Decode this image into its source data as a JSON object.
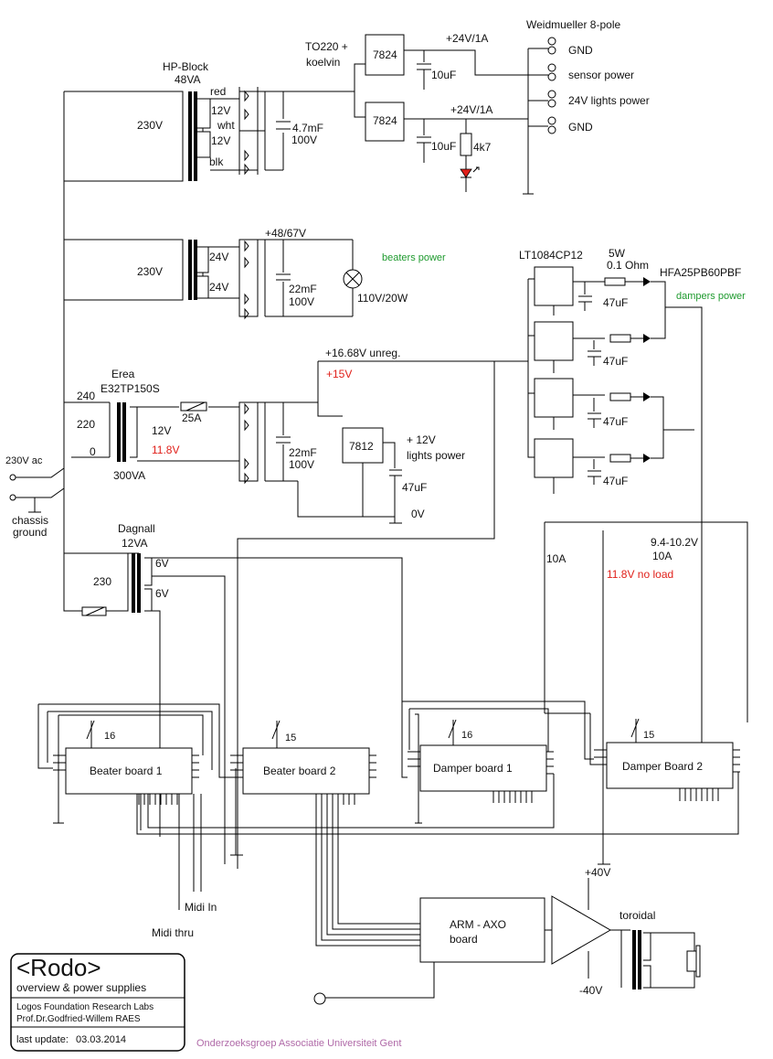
{
  "labels": {
    "to220": "TO220 +",
    "koelvin": "koelvin",
    "reg7824_a": "7824",
    "reg7824_b": "7824",
    "v24_1a_a": "+24V/1A",
    "v24_1a_b": "+24V/1A",
    "weidmueller": "Weidmueller 8-pole",
    "gnd1": "GND",
    "sensor_power": "sensor power",
    "lights24": "24V lights power",
    "gnd2": "GND",
    "c10uf_a": "10uF",
    "c10uf_b": "10uF",
    "r4k7": "4k7",
    "hpblock": "HP-Block",
    "va48": "48VA",
    "red": "red",
    "wht": "wht",
    "blk": "blk",
    "v12_a": "12V",
    "v12_b": "12V",
    "v230_a": "230V",
    "cap47mf": "4.7mF",
    "v100_a": "100V",
    "v48_67": "+48/67V",
    "beaters_power": "beaters power",
    "v230_b": "230V",
    "v24_a": "24V",
    "v24_b": "24V",
    "cap22mf_a": "22mF",
    "v100_b": "100V",
    "lamp": "110V/20W",
    "lt1084": "LT1084CP12",
    "r5w": "5W",
    "r01ohm": "0.1 Ohm",
    "hfa": "HFA25PB60PBF",
    "dampers_power": "dampers power",
    "c47uf_1": "47uF",
    "c47uf_2": "47uF",
    "c47uf_3": "47uF",
    "c47uf_4": "47uF",
    "unreg": "+16.68V unreg.",
    "v15": "+15V",
    "erea": "Erea",
    "e32": "E32TP150S",
    "t240": "240",
    "t220": "220",
    "t0": "0",
    "fuse25a": "25A",
    "v12_c": "12V",
    "v118": "11.8V",
    "va300": "300VA",
    "cap22mf_b": "22mF",
    "v100_c": "100V",
    "reg7812": "7812",
    "lights12": "+ 12V",
    "lights12b": "lights power",
    "c47uf_5": "47uF",
    "v0": "0V",
    "ac230": "230V ac",
    "chassis": "chassis",
    "ground": "ground",
    "dagnall": "Dagnall",
    "va12": "12VA",
    "v230_c": "230",
    "v6_a": "6V",
    "v6_b": "6V",
    "a10_a": "10A",
    "v94": "9.4-10.2V",
    "a10_b": "10A",
    "noload": "11.8V no load",
    "bus16_a": "16",
    "bus15_a": "15",
    "bus16_b": "16",
    "bus15_b": "15",
    "beater1": "Beater board 1",
    "beater2": "Beater board 2",
    "damper1": "Damper board 1",
    "damper2": "Damper Board 2",
    "midiin": "Midi In",
    "midithru": "Midi thru",
    "arm1": "ARM - AXO",
    "arm2": "board",
    "v40p": "+40V",
    "v40n": "-40V",
    "toroidal": "toroidal",
    "onderzoek": "Onderzoeksgroep Associatie Universiteit Gent"
  },
  "titleblock": {
    "title": "<Rodo>",
    "subtitle": "overview & power supplies",
    "org": "Logos Foundation Research Labs",
    "author": "Prof.Dr.Godfried-Willem RAES",
    "update_label": "last update:",
    "update_date": "03.03.2014"
  },
  "colors": {
    "red_annotation": "#e0201a",
    "green_annotation": "#1e9a2e",
    "purple_footer": "#b06aa8"
  }
}
